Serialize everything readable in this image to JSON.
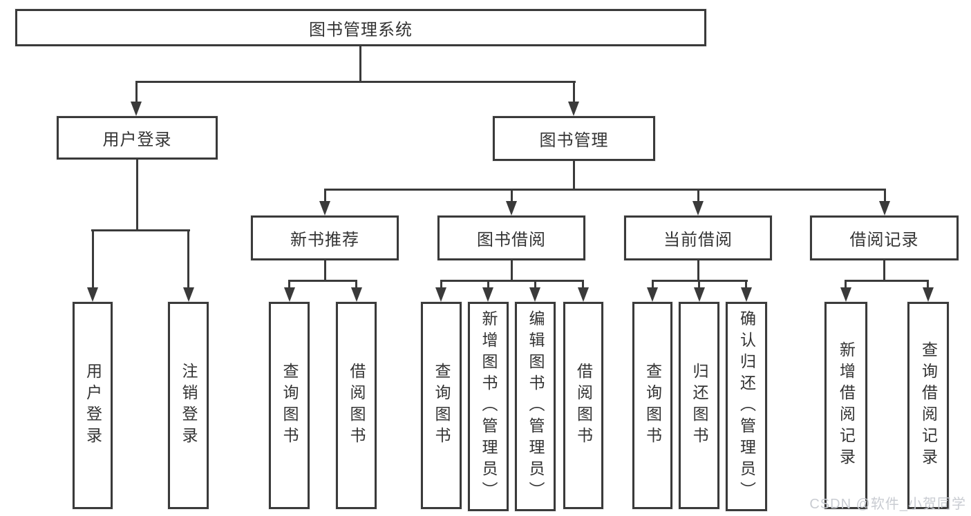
{
  "diagram": {
    "root_label": "图书管理系统",
    "branches": [
      {
        "label": "用户登录",
        "children": [
          "用户登录",
          "注销登录"
        ]
      },
      {
        "label": "图书管理",
        "sections": [
          {
            "label": "新书推荐",
            "children": [
              "查询图书",
              "借阅图书"
            ]
          },
          {
            "label": "图书借阅",
            "children": [
              "查询图书",
              "新增图书（管理员）",
              "编辑图书（管理员）",
              "借阅图书"
            ]
          },
          {
            "label": "当前借阅",
            "children": [
              "查询图书",
              "归还图书",
              "确认归还（管理员）"
            ]
          },
          {
            "label": "借阅记录",
            "children": [
              "新增借阅记录",
              "查询借阅记录"
            ]
          }
        ]
      }
    ],
    "watermark": "CSDN @软件_小贺同学",
    "colors": {
      "line": "#3a3a3a",
      "text": "#333333",
      "background": "#ffffff",
      "watermark_text": "#c9ccd2"
    }
  }
}
